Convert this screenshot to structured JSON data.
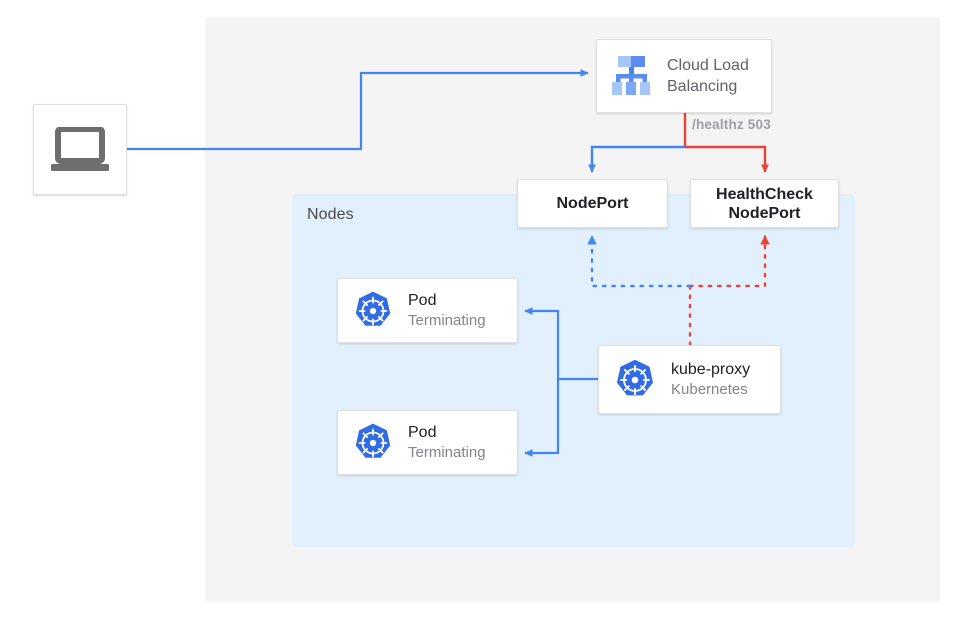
{
  "diagram": {
    "title": "Kubernetes LoadBalancer health check with terminating pods",
    "colors": {
      "blue": "#4285f4",
      "red": "#ea4335",
      "panel_gray": "#f4f4f4",
      "panel_blue": "#e2f0fd",
      "k8s_blue": "#326ce5",
      "text_dark": "#202124",
      "text_gray": "#5f6368",
      "text_muted": "#80868b"
    }
  },
  "panels": {
    "outer_label": "",
    "nodes_label": "Nodes"
  },
  "nodes": {
    "client": {
      "icon": "laptop-icon",
      "label": ""
    },
    "load_balancer": {
      "icon": "cloud-load-balancing-icon",
      "line1": "Cloud Load",
      "line2": "Balancing"
    },
    "nodeport": {
      "label": "NodePort"
    },
    "healthcheck_nodeport": {
      "line1": "HealthCheck",
      "line2": "NodePort"
    },
    "pod1": {
      "icon": "kubernetes-icon",
      "title": "Pod",
      "subtitle": "Terminating"
    },
    "pod2": {
      "icon": "kubernetes-icon",
      "title": "Pod",
      "subtitle": "Terminating"
    },
    "kube_proxy": {
      "icon": "kubernetes-icon",
      "title": "kube-proxy",
      "subtitle": "Kubernetes"
    }
  },
  "edges": {
    "healthz_label": "/healthz 503"
  }
}
